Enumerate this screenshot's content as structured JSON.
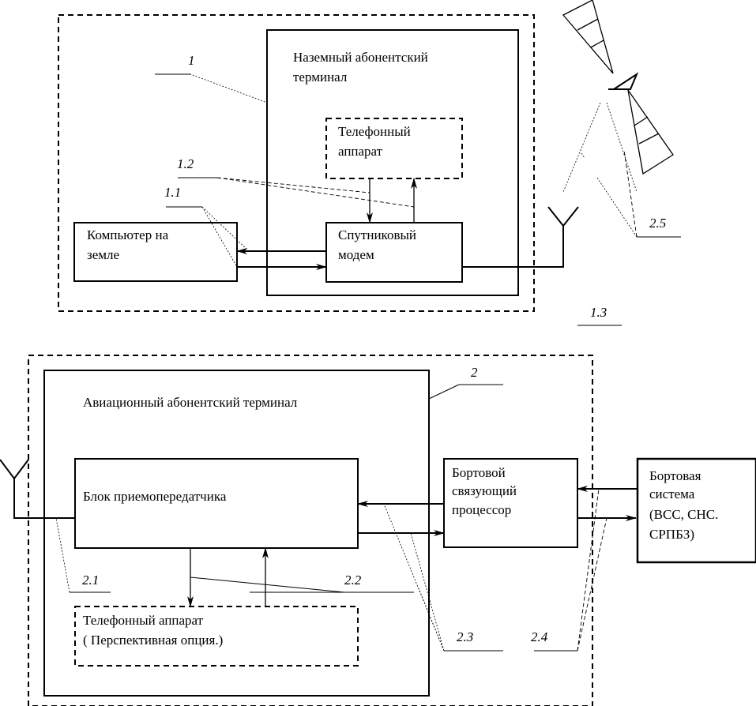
{
  "ground_terminal": {
    "title_line1": "Наземный абонентский",
    "title_line2": "терминал",
    "phone_line1": "Телефонный",
    "phone_line2": "аппарат",
    "modem_line1": "Спутниковый",
    "modem_line2": "модем",
    "computer_line1": "Компьютер на",
    "computer_line2": "земле"
  },
  "aviation_terminal": {
    "title": "Авиационный абонентский терминал",
    "transceiver": "Блок приемопередатчика",
    "phone_line1": "Телефонный аппарат",
    "phone_line2": "( Перспективная опция.)",
    "processor_line1": "Бортовой",
    "processor_line2": "связующий",
    "processor_line3": "процессор"
  },
  "onboard_system": {
    "line1": "Бортовая",
    "line2": "система",
    "line3": "(ВСС, СНС.",
    "line4": "СРПБЗ)"
  },
  "reference_labels": {
    "r1": "1",
    "r1_1": "1.1",
    "r1_2": "1.2",
    "r1_3": "1.3",
    "r2": "2",
    "r2_1": "2.1",
    "r2_2": "2.2",
    "r2_3": "2.3",
    "r2_4": "2.4",
    "r2_5": "2.5"
  }
}
